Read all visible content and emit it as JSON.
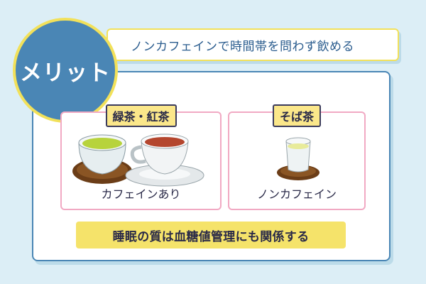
{
  "headline": "ノンカフェインで時間帯を問わず飲める",
  "badge": "メリット",
  "cards": [
    {
      "label": "緑茶・紅茶",
      "caption": "カフェインあり"
    },
    {
      "label": "そば茶",
      "caption": "ノンカフェイン"
    }
  ],
  "note": "睡眠の質は血糖値管理にも関係する",
  "colors": {
    "primary": "#4a86b5",
    "accent_yellow": "#f2e15a",
    "card_border": "#f1a9c3",
    "background": "#dceef6"
  },
  "icons": [
    "green-tea-cup-icon",
    "black-tea-cup-icon",
    "buckwheat-tea-glass-icon"
  ]
}
